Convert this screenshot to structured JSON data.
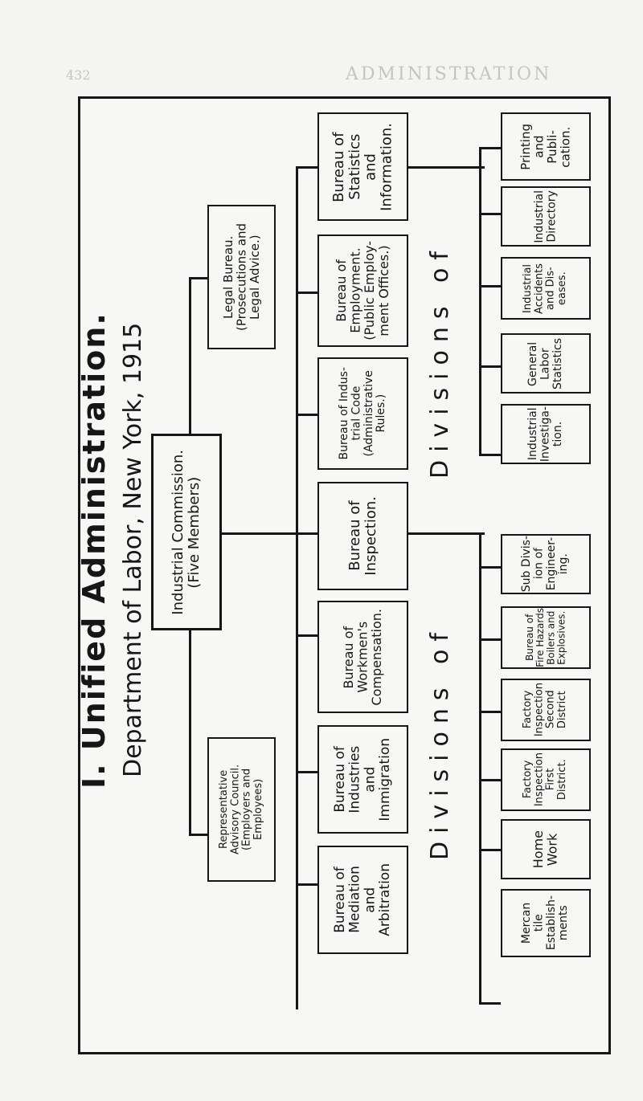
{
  "header": {
    "title": "I. Unified Administration.",
    "subtitle": "Department of Labor, New York, 1915"
  },
  "top": {
    "commission": "Industrial Commission.\n(Five Members)",
    "legal": "Legal Bureau.\n(Prosecutions and\nLegal Advice.)",
    "advisory": "Representative\nAdvisory Council.\n(Employers and Employees)"
  },
  "bureaus": [
    "Bureau of\nStatistics\nand\nInformation.",
    "Bureau of\nEmployment.\n(Public Employ-\nment Offices.)",
    "Bureau of Indus-\ntrial Code\n(Administrative\nRules.)",
    "Bureau of\nInspection.",
    "Bureau of\nWorkmen's\nCompensation.",
    "Bureau of\nIndustries\nand\nImmigration",
    "Bureau of\nMediation\nand\nArbitration"
  ],
  "divisions_heading_1": "Divisions of",
  "divisions_1": [
    "Printing\nand\nPubli-\ncation.",
    "Industrial\nDirectory",
    "Industrial\nAccidents\nand Dis-\neases.",
    "General\nLabor\nStatistics",
    "Industrial\nInvestiga-\ntion."
  ],
  "divisions_heading_2": "Divisions of",
  "divisions_2": [
    "Sub Divis-\nion of\nEngineer-\ning.",
    "Bureau of\nFire Hazards\nBoilers and\nExplosives.",
    "Factory\nInspection\nSecond\nDistrict",
    "Factory\nInspection\nFirst\nDistrict.",
    "Home\nWork",
    "Mercan\ntile\nEstablish-\nments"
  ],
  "bleed_through": {
    "top": "ADMINISTRATION",
    "page": "432"
  }
}
